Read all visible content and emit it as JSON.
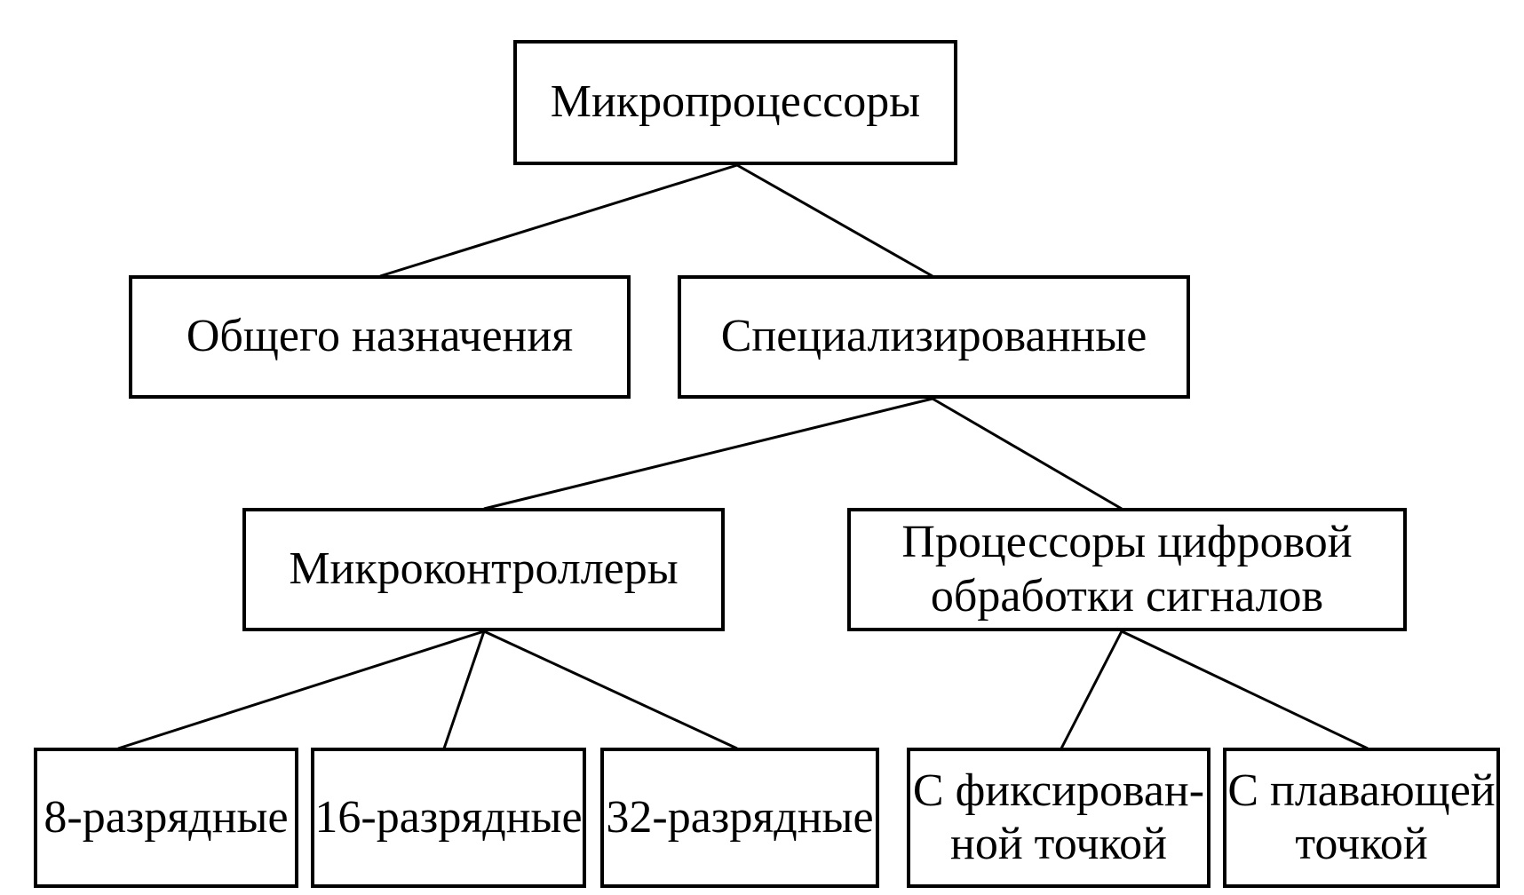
{
  "diagram": {
    "type": "tree",
    "language": "ru",
    "colors": {
      "background": "#ffffff",
      "ink": "#000000"
    },
    "nodes": {
      "root": {
        "label": "Микропроцессоры"
      },
      "general": {
        "label": "Общего назначения"
      },
      "specialized": {
        "label": "Специализированные"
      },
      "microcontrollers": {
        "label": "Микроконтроллеры"
      },
      "dsp": {
        "lines": [
          "Процессоры цифровой",
          "обработки сигналов"
        ]
      },
      "bit8": {
        "label": "8-разрядные"
      },
      "bit16": {
        "label": "16-разрядные"
      },
      "bit32": {
        "label": "32-разрядные"
      },
      "fixed_point": {
        "lines": [
          "С фиксирован-",
          "ной точкой"
        ]
      },
      "floating_point": {
        "lines": [
          "С плавающей",
          "точкой"
        ]
      }
    },
    "edges": [
      {
        "from": "root",
        "to": "general"
      },
      {
        "from": "root",
        "to": "specialized"
      },
      {
        "from": "specialized",
        "to": "microcontrollers"
      },
      {
        "from": "specialized",
        "to": "dsp"
      },
      {
        "from": "microcontrollers",
        "to": "bit8"
      },
      {
        "from": "microcontrollers",
        "to": "bit16"
      },
      {
        "from": "microcontrollers",
        "to": "bit32"
      },
      {
        "from": "dsp",
        "to": "fixed_point"
      },
      {
        "from": "dsp",
        "to": "floating_point"
      }
    ]
  }
}
